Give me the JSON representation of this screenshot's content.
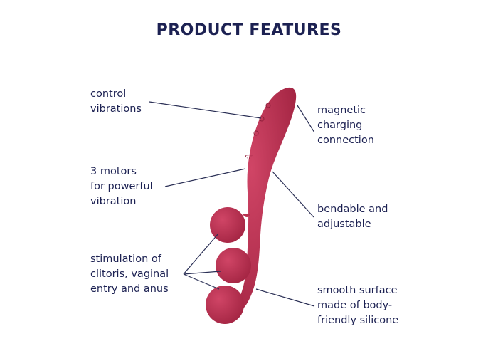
{
  "title": "PRODUCT FEATURES",
  "labels": {
    "control": "control\nvibrations",
    "motors": "3 motors\nfor powerful\nvibration",
    "stimulation": "stimulation of\nclitoris, vaginal\nentry and anus",
    "magnetic": "magnetic\ncharging\nconnection",
    "bendable": "bendable and\nadjustable",
    "smooth": "smooth surface\nmade of body-\nfriendly silicone"
  },
  "colors": {
    "text": "#1c2152",
    "product": "#b8324f",
    "line": "#2a2f55"
  }
}
